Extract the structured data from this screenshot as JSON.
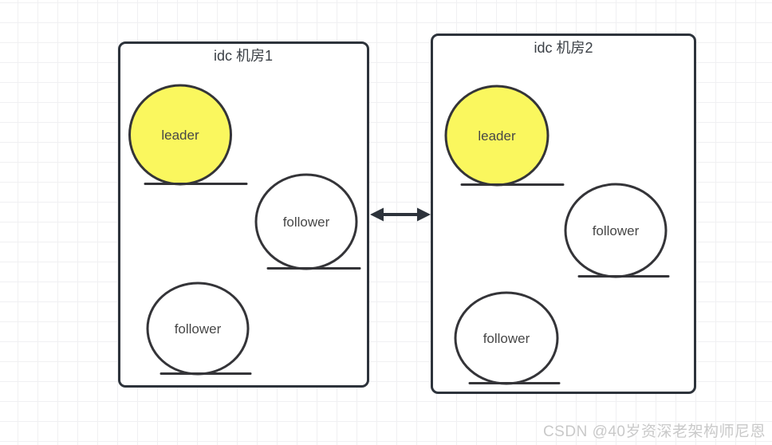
{
  "canvas": {
    "background": "#ffffff",
    "grid_color": "#f0f0f2"
  },
  "colors": {
    "box_stroke": "#2d333b",
    "node_stroke": "#343438",
    "leader_fill": "#FAF75E",
    "follower_fill": "#ffffff",
    "arrow_color": "#2d333b"
  },
  "idc1": {
    "title": "idc 机房1",
    "nodes": [
      {
        "label": "leader",
        "role": "leader",
        "fill": "#FAF75E"
      },
      {
        "label": "follower",
        "role": "follower",
        "fill": "#ffffff"
      },
      {
        "label": "follower",
        "role": "follower",
        "fill": "#ffffff"
      }
    ]
  },
  "idc2": {
    "title": "idc 机房2",
    "nodes": [
      {
        "label": "leader",
        "role": "leader",
        "fill": "#FAF75E"
      },
      {
        "label": "follower",
        "role": "follower",
        "fill": "#ffffff"
      },
      {
        "label": "follower",
        "role": "follower",
        "fill": "#ffffff"
      }
    ]
  },
  "link": {
    "type": "bidirectional-arrow"
  },
  "watermark": {
    "text": "CSDN @40岁资深老架构师尼恩",
    "color": "#c9c9c9"
  }
}
